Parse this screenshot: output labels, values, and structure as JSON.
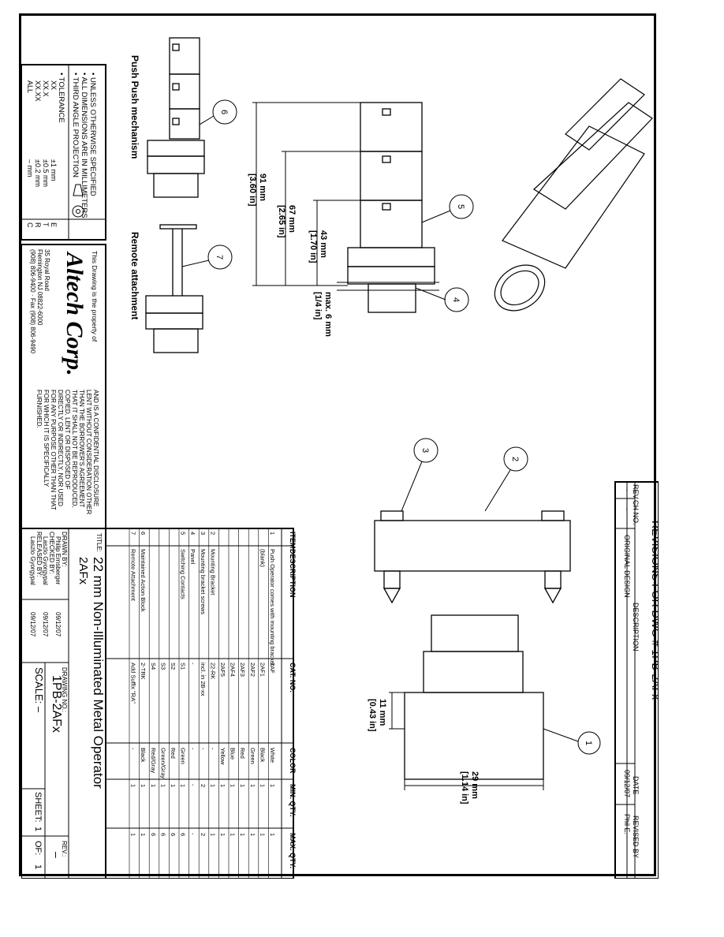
{
  "revisions": {
    "title": "REVISIONS FOR DWG # 1PB-2AFx",
    "headers": [
      "REV",
      "CH NO.",
      "DESCRIPTION",
      "DATE",
      "REVISED BY"
    ],
    "row": [
      "-",
      "-",
      "ORIGINAL DESIGN",
      "09/12/07",
      "Phil E."
    ]
  },
  "notes": {
    "lines": [
      "• UNLESS OTHERWISE SPECIFIED",
      "• ALL DIMENSIONS ARE IN MILLIMETERS",
      "• THIRD ANGLE PROJECTION"
    ],
    "tolerance_label": "• TOLERANCE",
    "tolerances": [
      [
        "XX",
        "±",
        "±1 mm"
      ],
      [
        "XX.X",
        "±",
        "±0.5 mm"
      ],
      [
        "XX.XX",
        "±",
        "±0.2 mm"
      ],
      [
        "ALL",
        "±",
        "– mm"
      ]
    ],
    "stamp_letters": [
      "E",
      "T",
      "R",
      "C"
    ]
  },
  "company": {
    "property_line": "This Drawing is the property of",
    "logo": "Altech Corp.",
    "address1": "35 Royal Road",
    "address2": "Flemington NJ 08822-6000",
    "phone": "(908) 806-9400 · Fax (908) 806-9490",
    "disclosure": [
      "AND IS A CONFIDENTIAL DISCLOSURE",
      "LENT WITHOUT CONSIDERATION OTHER",
      "THAN THE BORROWER'S AGREEMENT",
      "THAT IT SHALL NOT BE REPRODUCED,",
      "COPIED, LENT OR DISPOSED OF",
      "DIRECTLY OR INDIRECTLY, NOR USED",
      "FOR ANY PURPOSE OTHER THAN THAT",
      "FOR WHICH IT IS SPECIFICALLY",
      "FURNISHED."
    ]
  },
  "title_block": {
    "title_label": "TITLE:",
    "title": "22 mm Non-Illuminated Metal Operator",
    "subtitle": "2AFx",
    "drawn_label": "DRAWN BY:",
    "drawn_by": "Philip Ernsberger",
    "drawn_date": "09/12/07",
    "checked_label": "CHECKED BY:",
    "checked_by": "Laszlo Gyorgypal",
    "checked_date": "09/12/07",
    "released_label": "RELEASED BY:",
    "released_by": "Laszlo Gyorgypal",
    "released_date": "09/12/07",
    "drawing_no_label": "DRAWING NO.:",
    "drawing_no": "1PB-2AFx",
    "rev_label": "REV.:",
    "rev": "–",
    "scale": "SCALE: –",
    "sheet_label": "SHEET:",
    "sheet": "1",
    "of_label": "OF:",
    "of": "1"
  },
  "bom": {
    "headers": [
      "ITEM",
      "DESCRIPTION",
      "CAT. NO.",
      "COLOR",
      "MIN. QTY.",
      "MAX. QTY."
    ],
    "rows": [
      [
        "1",
        "Push Operator comes with mounting bracket",
        "2AF",
        "White",
        "1",
        "1"
      ],
      [
        "",
        "(blank)",
        "2AF1",
        "Black",
        "1",
        "1"
      ],
      [
        "",
        "",
        "2AF2",
        "Green",
        "1",
        "1"
      ],
      [
        "",
        "",
        "2AF3",
        "Red",
        "1",
        "1"
      ],
      [
        "",
        "",
        "2AF4",
        "Blue",
        "1",
        "1"
      ],
      [
        "",
        "",
        "2AF5",
        "Yellow",
        "1",
        "1"
      ],
      [
        "2",
        "Mounting Bracket",
        "22-RK",
        "-",
        "1",
        "1"
      ],
      [
        "3",
        "Mounting bracket screws",
        "incl. in 2B-xx",
        "-",
        "2",
        "2"
      ],
      [
        "4",
        "Panel",
        "-",
        "-",
        "-",
        "-"
      ],
      [
        "5",
        "Switching Contacts",
        "S1",
        "Green",
        "1",
        "6"
      ],
      [
        "",
        "",
        "S2",
        "Red",
        "1",
        "6"
      ],
      [
        "",
        "",
        "S3",
        "Green/Gray",
        "1",
        "6"
      ],
      [
        "",
        "",
        "S4",
        "Red/Gray",
        "1",
        "6"
      ],
      [
        "6",
        "Maintained Action Block",
        "2-TRK",
        "Black",
        "1",
        "1"
      ],
      [
        "7",
        "Remote Attachment",
        "Add Suffix \"RA\"",
        "-",
        "1",
        "1"
      ]
    ]
  },
  "drawing": {
    "push_push_label": "Push Push mechanism",
    "remote_label": "Remote attachment",
    "dim_91": "91 mm",
    "dim_91_in": "[3.60 in]",
    "dim_67": "67 mm",
    "dim_67_in": "[2.65 in]",
    "dim_43": "43 mm",
    "dim_43_in": "[1.70 in]",
    "dim_6": "max. 6 mm",
    "dim_6_in": "[1/4 in]",
    "dim_11": "11 mm",
    "dim_11_in": "[0.43 in]",
    "dim_29": "29 mm",
    "dim_29_in": "[1.14 in]",
    "balloons": [
      "1",
      "2",
      "3",
      "4",
      "5",
      "6",
      "7"
    ]
  }
}
